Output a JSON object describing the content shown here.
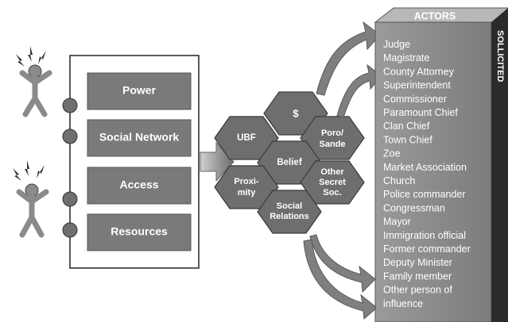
{
  "factors": [
    "Power",
    "Social Network",
    "Access",
    "Resources"
  ],
  "hexagons": {
    "top": "$",
    "upper_left": "UBF",
    "upper_right_1": "Poro/",
    "upper_right_2": "Sande",
    "center": "Belief",
    "lower_left_1": "Proxi-",
    "lower_left_2": "mity",
    "lower_right_1": "Other",
    "lower_right_2": "Secret",
    "lower_right_3": "Soc.",
    "bottom_1": "Social",
    "bottom_2": "Relations"
  },
  "actors": {
    "title": "ACTORS",
    "side_label": "SOLLICITED",
    "items": [
      "Judge",
      "Magistrate",
      "County Attorney",
      "Superintendent",
      "Commissioner",
      "Paramount Chief",
      "Clan Chief",
      "Town Chief",
      "Zoe",
      "Market Association",
      "Church",
      "Police commander",
      "Congressman",
      "Mayor",
      "Immigration official",
      "Former commander",
      "Deputy Minister",
      "Family member",
      "Other person of",
      "influence"
    ]
  },
  "colors": {
    "box_gray": "#7a7a7a",
    "hex_gray": "#6e6e6e",
    "panel_gray": "#8c8c8c",
    "panel_top": "#b5b5b5",
    "panel_side": "#2b2b2b",
    "arrow_gray": "#7f7f7f",
    "figure_gray": "#8a8a8a"
  }
}
